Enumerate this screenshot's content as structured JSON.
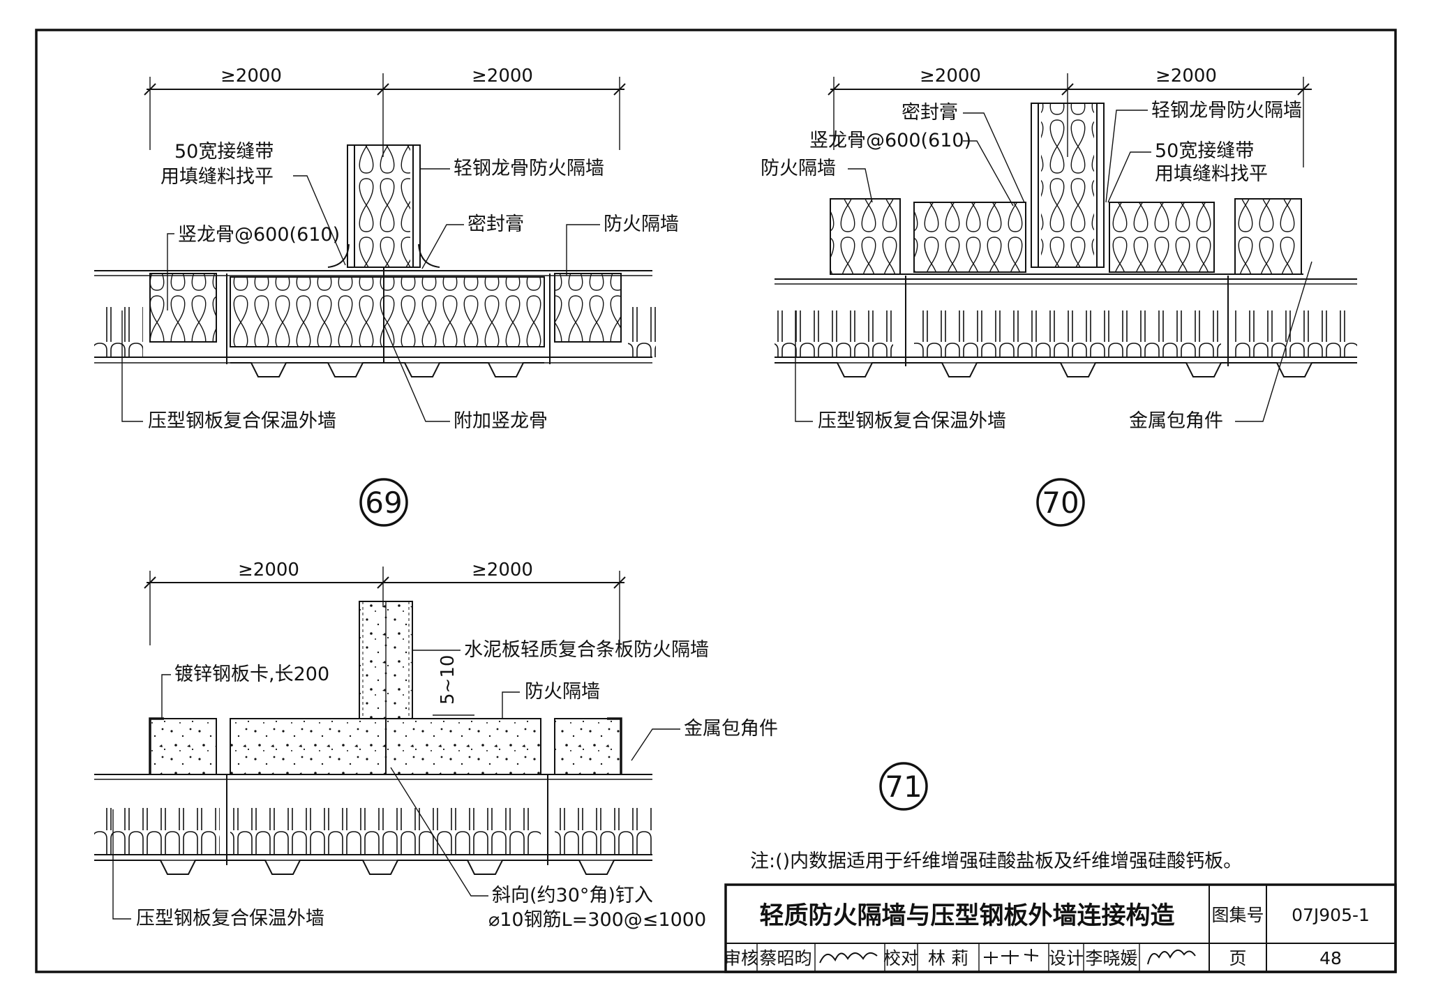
{
  "details": {
    "d69": {
      "number": "69",
      "dim_left": "≥2000",
      "dim_right": "≥2000",
      "labels": {
        "joint_tape_1": "50宽接缝带",
        "joint_tape_2": "用填缝料找平",
        "partition": "轻钢龙骨防火隔墙",
        "stud": "竖龙骨@600(610)",
        "sealant": "密封膏",
        "fire_wall": "防火隔墙",
        "outer_wall": "压型钢板复合保温外墙",
        "extra_stud": "附加竖龙骨"
      }
    },
    "d70": {
      "number": "70",
      "dim_left": "≥2000",
      "dim_right": "≥2000",
      "labels": {
        "sealant": "密封膏",
        "partition": "轻钢龙骨防火隔墙",
        "stud": "竖龙骨@600(610)",
        "joint_tape_1": "50宽接缝带",
        "joint_tape_2": "用填缝料找平",
        "fire_wall": "防火隔墙",
        "outer_wall": "压型钢板复合保温外墙",
        "corner_piece": "金属包角件"
      }
    },
    "d71": {
      "number": "71",
      "dim_left": "≥2000",
      "dim_right": "≥2000",
      "dim_gap": "5~10",
      "labels": {
        "partition": "水泥板轻质复合条板防火隔墙",
        "clip": "镀锌钢板卡,长200",
        "fire_wall": "防火隔墙",
        "corner_piece": "金属包角件",
        "nail_1": "斜向(约30°角)钉入",
        "nail_2": "⌀10钢筋L=300@≤1000",
        "outer_wall": "压型钢板复合保温外墙"
      }
    }
  },
  "note": "注:()内数据适用于纤维增强硅酸盐板及纤维增强硅酸钙板。",
  "title_block": {
    "title": "轻质防火隔墙与压型钢板外墙连接构造",
    "atlas_label": "图集号",
    "atlas_no": "07J905-1",
    "review_label": "审核",
    "reviewer": "蔡昭昀",
    "check_label": "校对",
    "checker": "林 莉",
    "design_label": "设计",
    "designer": "李晓媛",
    "page_label": "页",
    "page_no": "48"
  }
}
